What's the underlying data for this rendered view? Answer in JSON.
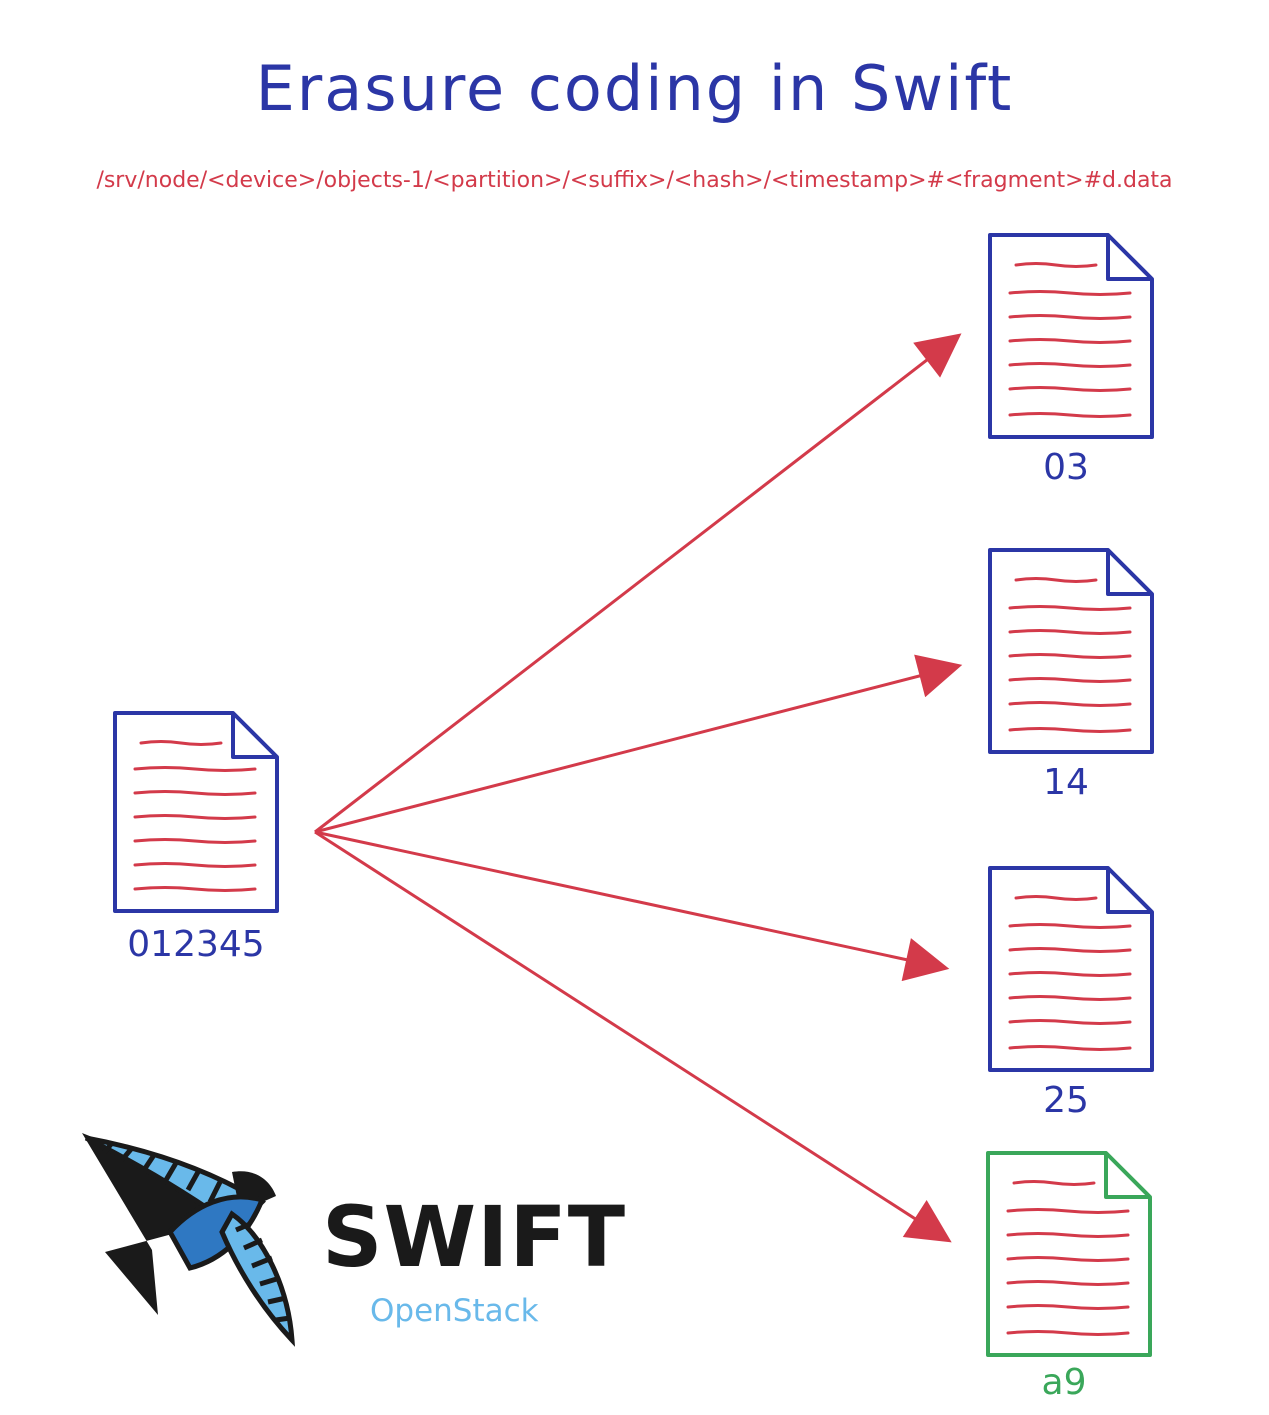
{
  "title": "Erasure coding in Swift",
  "path_template": "/srv/node/<device>/objects-1/<partition>/<suffix>/<hash>/<timestamp>#<fragment>#d.data",
  "source_document": {
    "label": "012345"
  },
  "fragments": [
    {
      "label": "03",
      "color": "#2b36a6"
    },
    {
      "label": "14",
      "color": "#2b36a6"
    },
    {
      "label": "25",
      "color": "#2b36a6"
    },
    {
      "label": "a9",
      "color": "#3aa75a"
    }
  ],
  "logo": {
    "name": "SWIFT",
    "subtitle": "OpenStack",
    "icon": "swift-bird-icon"
  },
  "colors": {
    "ink_blue": "#2b36a6",
    "ink_red": "#d33a4a",
    "ink_green": "#3aa75a",
    "logo_black": "#1a1a1a",
    "logo_light_blue": "#69b9ea",
    "logo_mid_blue": "#2f78c2"
  }
}
